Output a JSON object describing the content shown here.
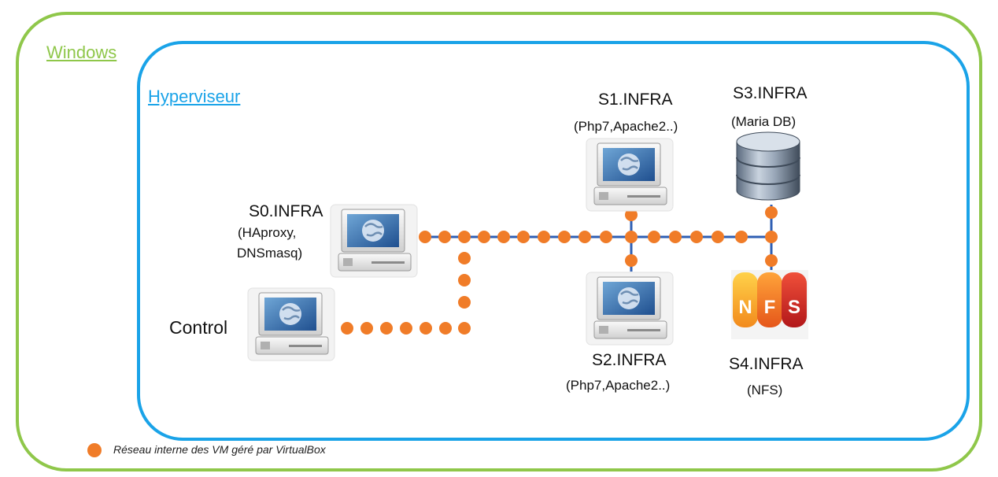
{
  "colors": {
    "windows_border": "#8fc74a",
    "hyperviseur_border": "#1aa3e8",
    "network_dot": "#f07c28",
    "network_line": "#2f5fb3"
  },
  "containers": {
    "windows_label": "Windows",
    "hyperviseur_label": "Hyperviseur"
  },
  "nodes": {
    "s0": {
      "name": "S0.INFRA",
      "detail_line1": "(HAproxy,",
      "detail_line2": "DNSmasq)",
      "icon": "computer-icon"
    },
    "control": {
      "name": "Control",
      "icon": "computer-icon"
    },
    "s1": {
      "name": "S1.INFRA",
      "detail": "(Php7,Apache2..)",
      "icon": "computer-icon"
    },
    "s2": {
      "name": "S2.INFRA",
      "detail": "(Php7,Apache2..)",
      "icon": "computer-icon"
    },
    "s3": {
      "name": "S3.INFRA",
      "detail": "(Maria DB)",
      "icon": "database-icon"
    },
    "s4": {
      "name": "S4.INFRA",
      "detail": "(NFS)",
      "icon": "nfs-icon",
      "icon_letters": [
        "N",
        "F",
        "S"
      ]
    }
  },
  "legend": {
    "text": "Réseau interne des VM géré par VirtualBox",
    "icon": "orange-dot-icon"
  }
}
